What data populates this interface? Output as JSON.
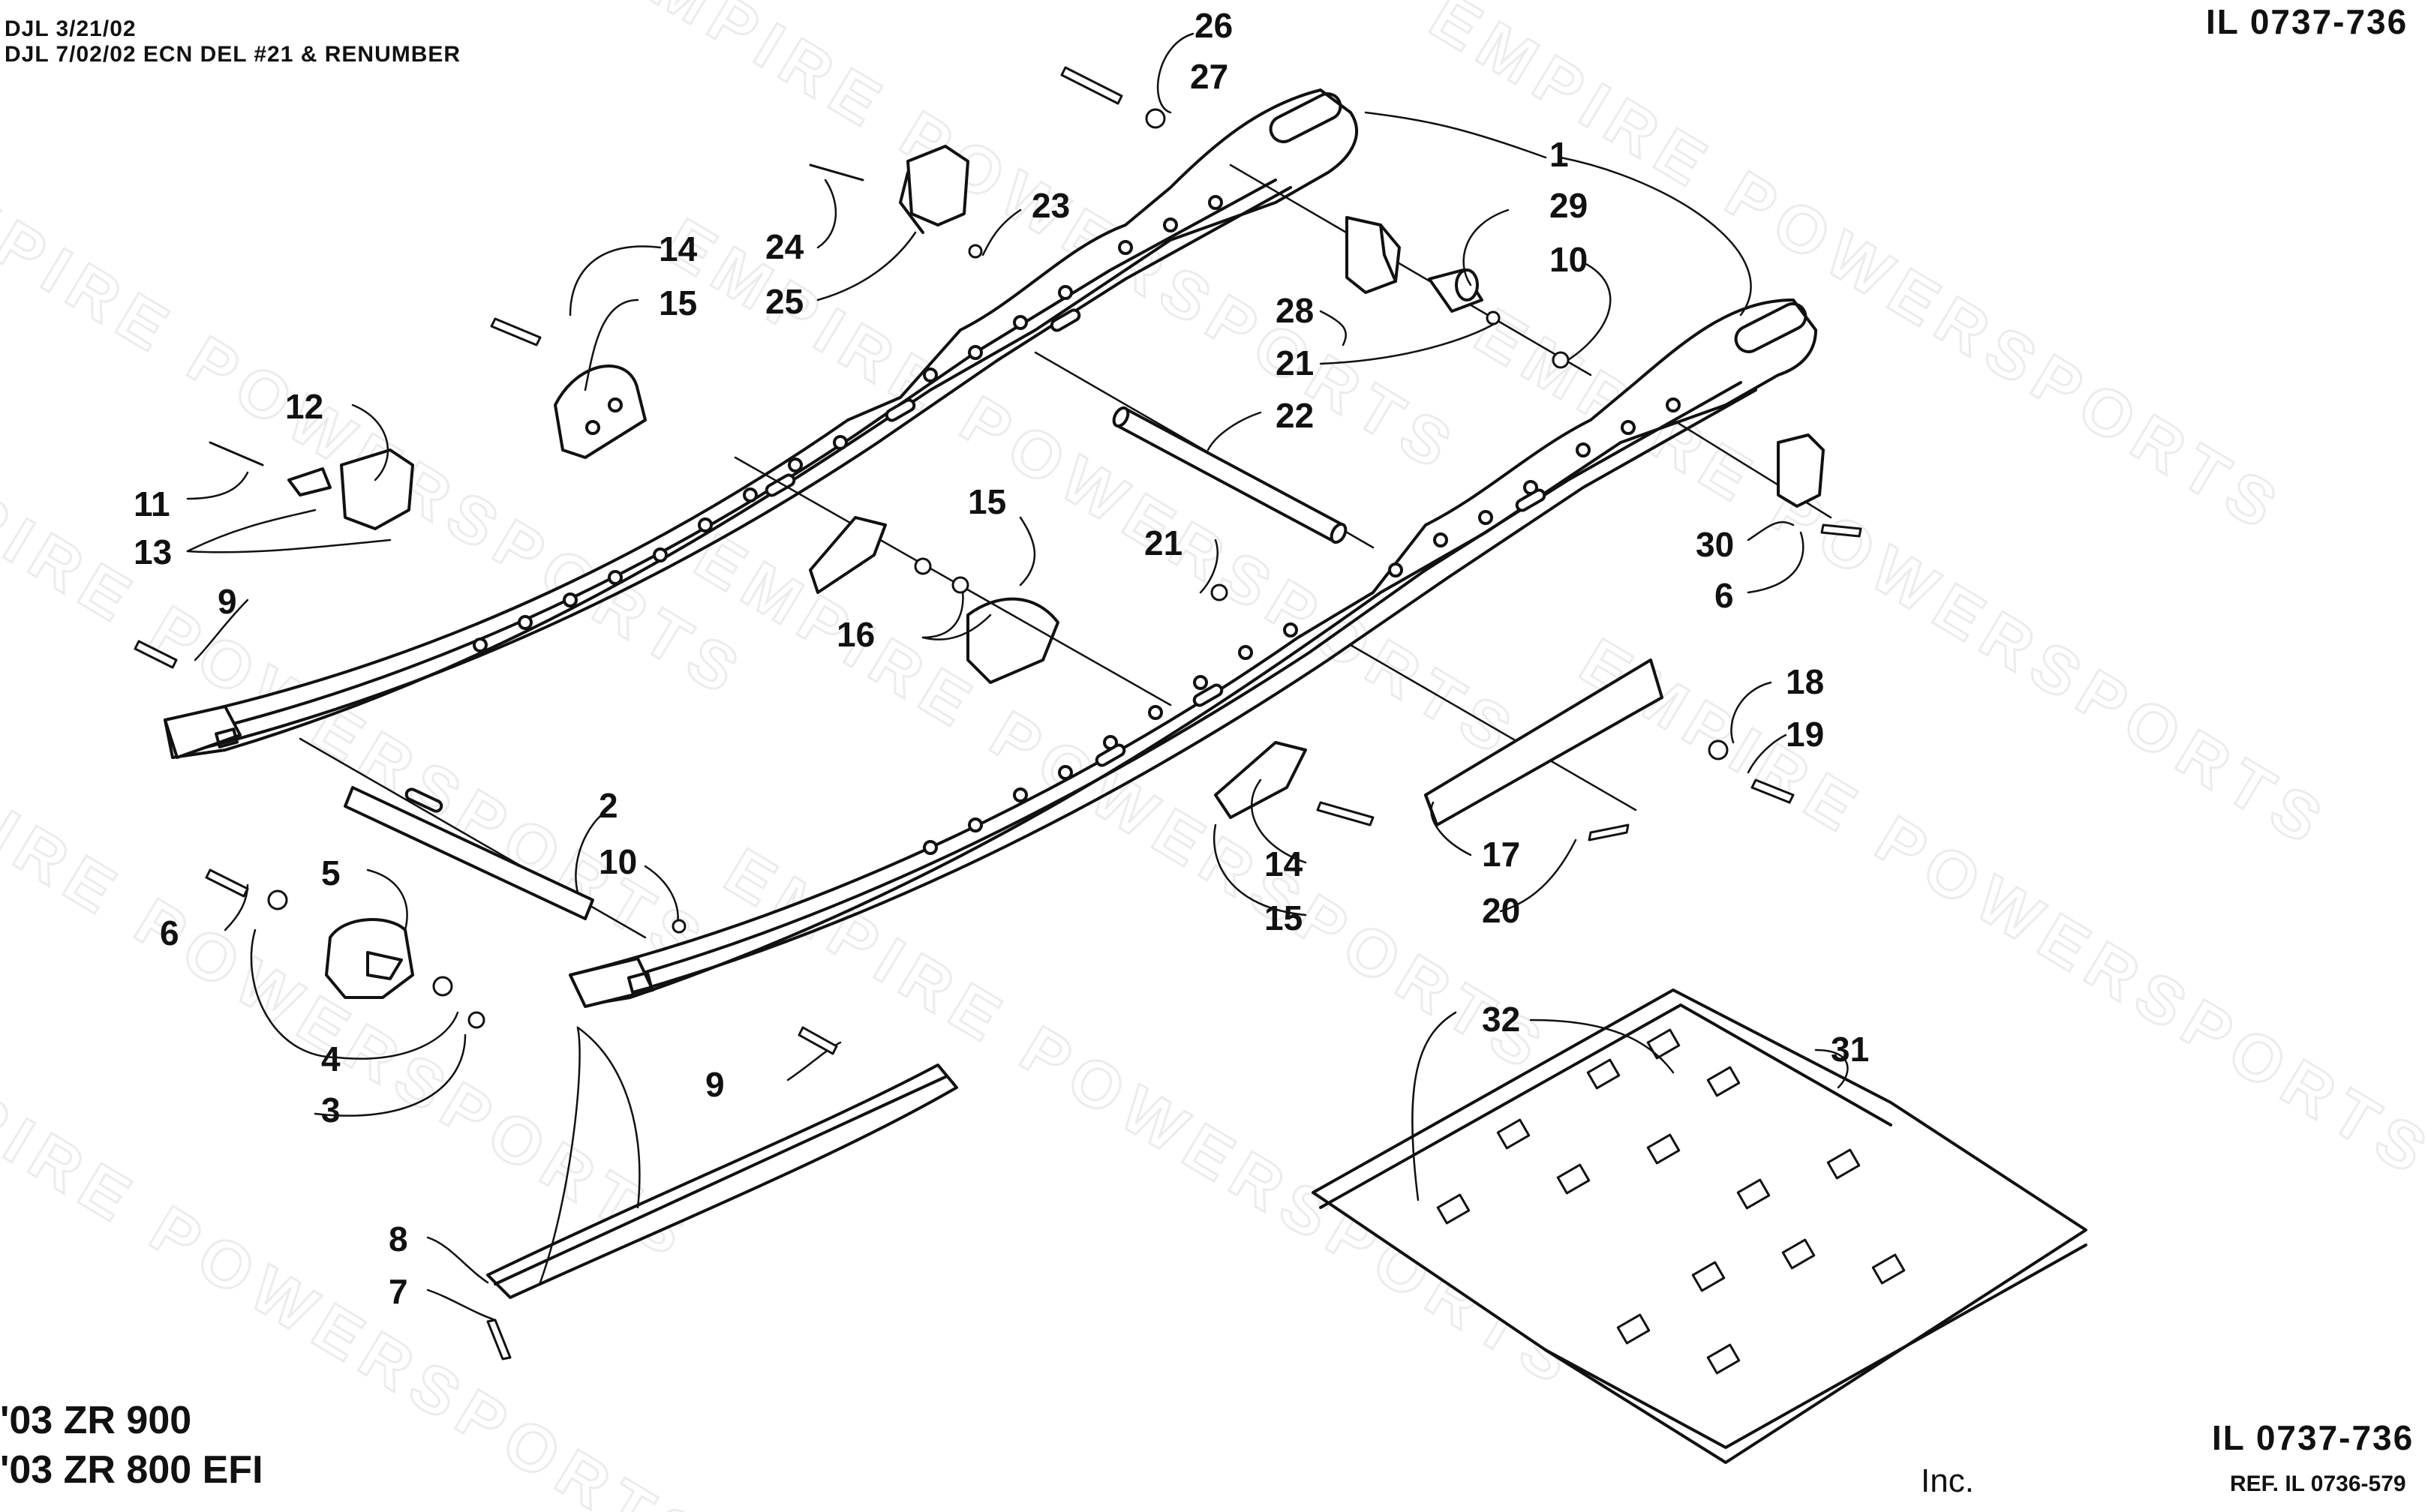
{
  "header": {
    "line1": "DJL 3/21/02",
    "line2": "DJL 7/02/02 ECN DEL #21 & RENUMBER",
    "ref_top": "IL 0737-736"
  },
  "footer": {
    "model1": "'03 ZR 900",
    "model2": "'03 ZR 800 EFI",
    "ref_bottom": "IL 0737-736",
    "ref_sub": "REF. IL 0736-579",
    "inc": "Inc."
  },
  "watermark": "EMPIRE POWERSPORTS",
  "callouts": {
    "c26": "26",
    "c27": "27",
    "c1": "1",
    "c29": "29",
    "c10a": "10",
    "c23": "23",
    "c24": "24",
    "c25": "25",
    "c14a": "14",
    "c15a": "15",
    "c28": "28",
    "c21a": "21",
    "c22": "22",
    "c12": "12",
    "c11": "11",
    "c13": "13",
    "c9a": "9",
    "c15b": "15",
    "c16": "16",
    "c21b": "21",
    "c30": "30",
    "c6a": "6",
    "c18": "18",
    "c19": "19",
    "c2": "2",
    "c10b": "10",
    "c5": "5",
    "c6b": "6",
    "c14b": "14",
    "c15c": "15",
    "c17": "17",
    "c20": "20",
    "c4": "4",
    "c3": "3",
    "c9b": "9",
    "c32": "32",
    "c31": "31",
    "c8": "8",
    "c7": "7"
  }
}
